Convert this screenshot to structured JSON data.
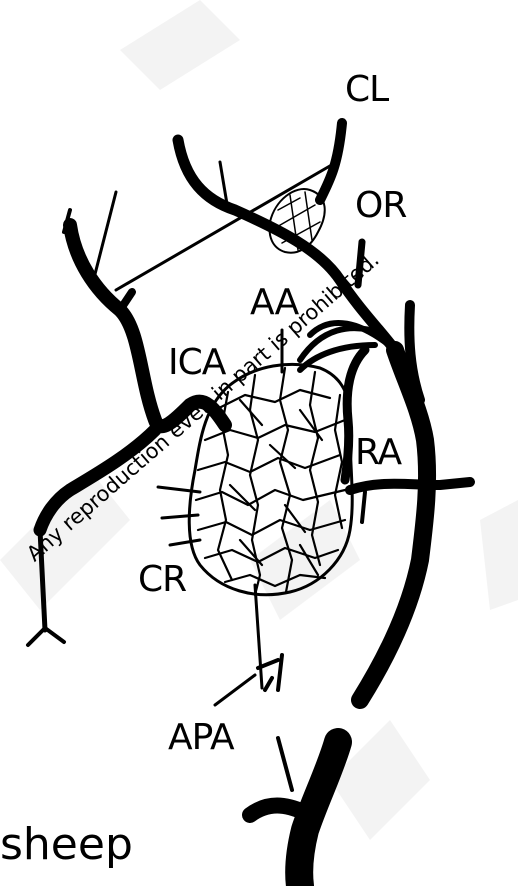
{
  "labels": {
    "cl": "CL",
    "or": "OR",
    "aa": "AA",
    "ica": "ICA",
    "ra": "RA",
    "cr": "CR",
    "apa": "APA",
    "caption": "sheep"
  },
  "watermark": "Any reproduction even in part is prohibited.",
  "colors": {
    "ink": "#000000",
    "background": "#ffffff",
    "ghost_watermark": "#f1f1f1"
  }
}
